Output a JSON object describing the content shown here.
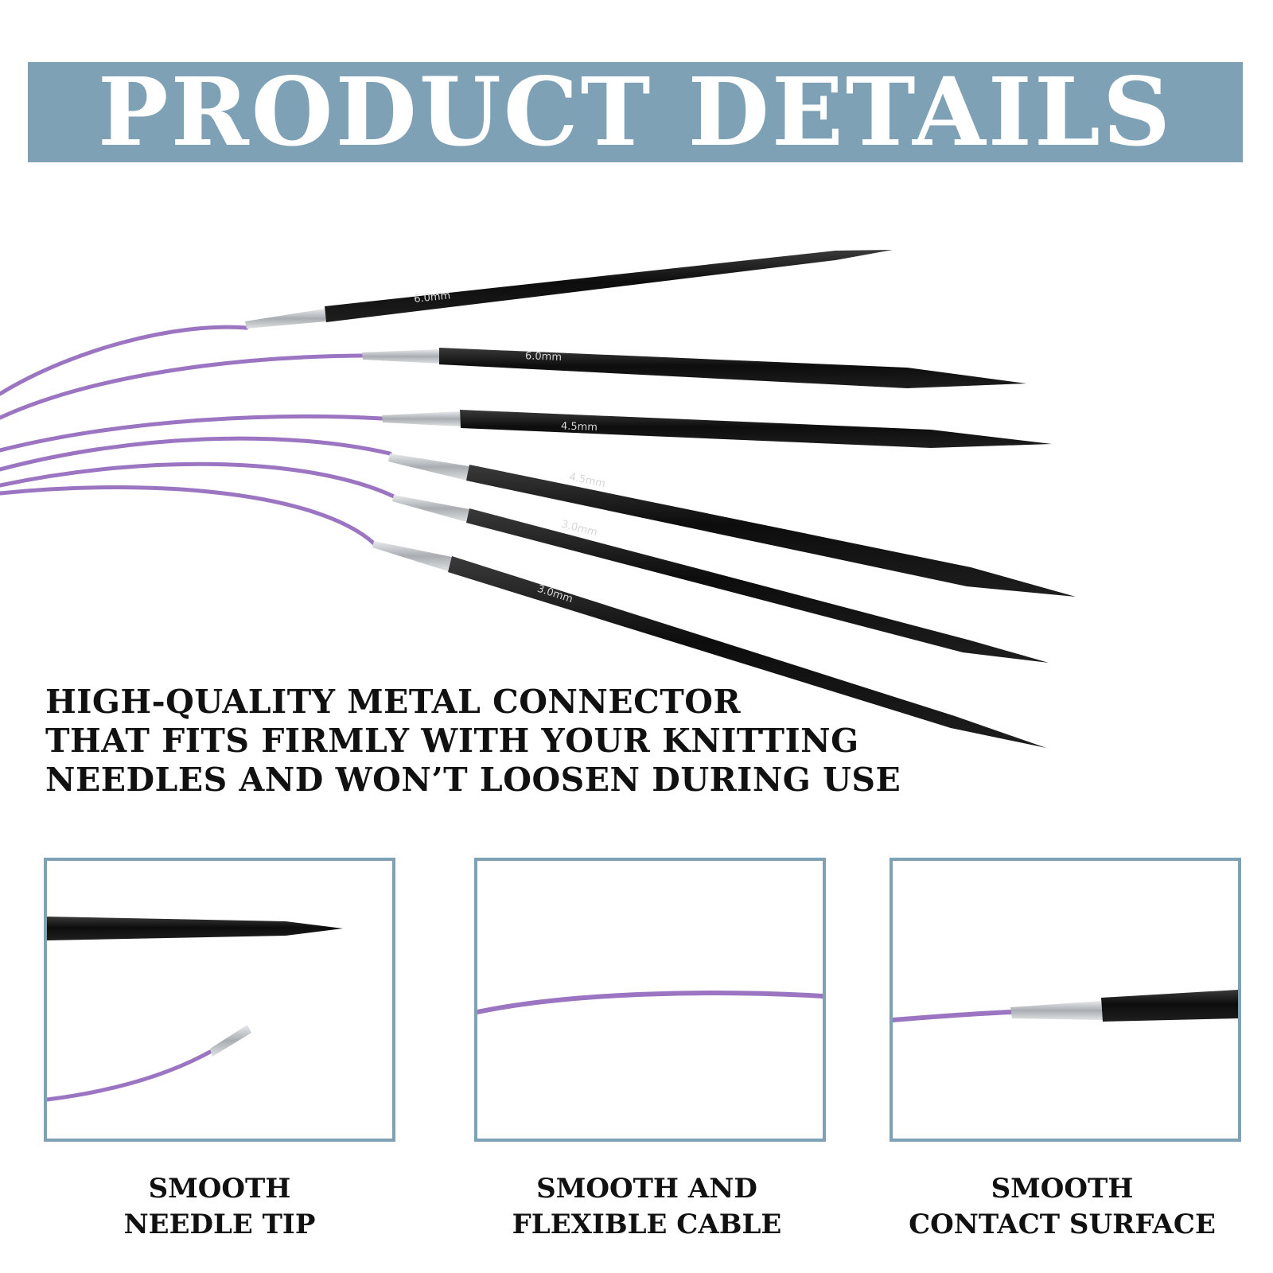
{
  "banner": {
    "title": "PRODUCT DETAILS"
  },
  "hero": {
    "needle_labels": [
      "6.0mm",
      "6.0mm",
      "4.5mm",
      "4.5mm",
      "3.0mm",
      "3.0mm"
    ]
  },
  "feature": {
    "lines": [
      "HIGH-QUALITY METAL CONNECTOR",
      "THAT FITS FIRMLY WITH YOUR KNITTING",
      "NEEDLES AND WON’T LOOSEN DURING USE"
    ]
  },
  "panels": [
    {
      "caption_line1": "SMOOTH",
      "caption_line2": "NEEDLE TIP"
    },
    {
      "caption_line1": "SMOOTH AND",
      "caption_line2": "FLEXIBLE CABLE"
    },
    {
      "caption_line1": "SMOOTH",
      "caption_line2": "CONTACT SURFACE"
    }
  ],
  "colors": {
    "banner": "#7fa1b5",
    "cable": "#9b74c2",
    "needle": "#121212",
    "connector": "#b9bcbf"
  }
}
